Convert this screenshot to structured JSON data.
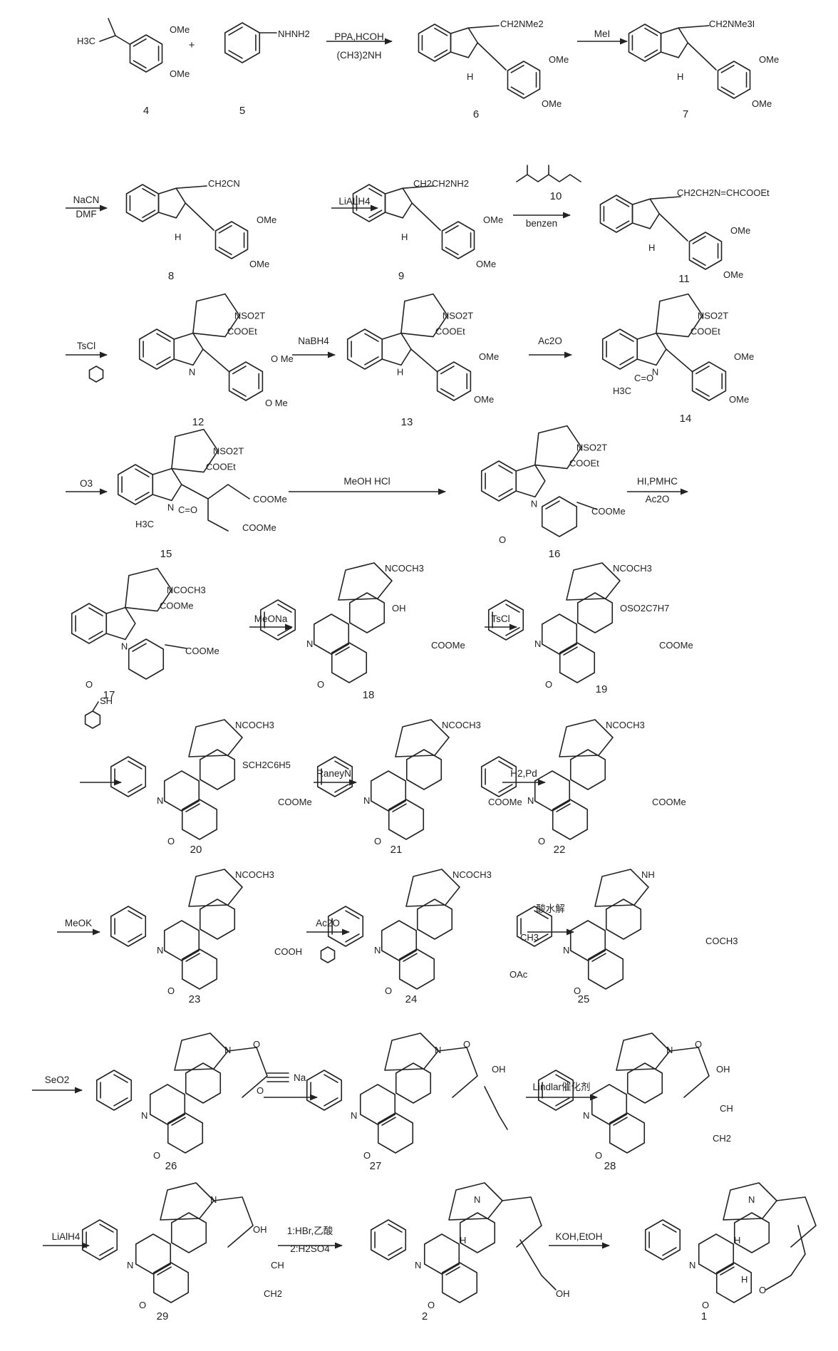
{
  "compounds": [
    {
      "id": "4",
      "labels": [
        "H3C",
        "OMe",
        "OMe"
      ]
    },
    {
      "id": "5",
      "labels": [
        "NHNH2"
      ]
    },
    {
      "id": "6",
      "labels": [
        "CH2NMe2",
        "H",
        "OMe",
        "OMe"
      ]
    },
    {
      "id": "7",
      "labels": [
        "CH2NMe3I",
        "H",
        "OMe",
        "OMe"
      ]
    },
    {
      "id": "8",
      "labels": [
        "CH2CN",
        "H",
        "OMe",
        "OMe"
      ]
    },
    {
      "id": "9",
      "labels": [
        "CH2CH2NH2",
        "H",
        "OMe",
        "OMe"
      ]
    },
    {
      "id": "10",
      "labels": []
    },
    {
      "id": "11",
      "labels": [
        "CH2CH2N=CHCOOEt",
        "H",
        "OMe",
        "OMe"
      ]
    },
    {
      "id": "12",
      "labels": [
        "NSO2T",
        "COOEt",
        "N",
        "O Me",
        "O Me"
      ]
    },
    {
      "id": "13",
      "labels": [
        "NSO2T",
        "COOEt",
        "H",
        "OMe",
        "OMe"
      ]
    },
    {
      "id": "14",
      "labels": [
        "NSO2T",
        "COOEt",
        "N",
        "C=O",
        "H3C",
        "OMe",
        "OMe"
      ]
    },
    {
      "id": "15",
      "labels": [
        "NSO2T",
        "COOEt",
        "N",
        "C=O",
        "H3C",
        "COOMe",
        "COOMe"
      ]
    },
    {
      "id": "16",
      "labels": [
        "NSO2T",
        "COOEt",
        "N",
        "O",
        "COOMe"
      ]
    },
    {
      "id": "17",
      "labels": [
        "NCOCH3",
        "COOMe",
        "N",
        "O",
        "COOMe"
      ]
    },
    {
      "id": "18",
      "labels": [
        "NCOCH3",
        "OH",
        "N",
        "O",
        "COOMe"
      ]
    },
    {
      "id": "19",
      "labels": [
        "NCOCH3",
        "OSO2C7H7",
        "N",
        "O",
        "COOMe"
      ]
    },
    {
      "id": "20",
      "labels": [
        "NCOCH3",
        "SCH2C6H5",
        "N",
        "O",
        "COOMe"
      ]
    },
    {
      "id": "21",
      "labels": [
        "NCOCH3",
        "N",
        "O",
        "COOMe"
      ]
    },
    {
      "id": "22",
      "labels": [
        "NCOCH3",
        "N",
        "O",
        "COOMe"
      ]
    },
    {
      "id": "23",
      "labels": [
        "NCOCH3",
        "N",
        "O",
        "COOH"
      ]
    },
    {
      "id": "24",
      "labels": [
        "NCOCH3",
        "N",
        "O",
        "CH3",
        "OAc"
      ]
    },
    {
      "id": "25",
      "labels": [
        "NH",
        "N",
        "O",
        "COCH3"
      ]
    },
    {
      "id": "26",
      "labels": [
        "N",
        "O",
        "O",
        "N",
        "O"
      ]
    },
    {
      "id": "27",
      "labels": [
        "N",
        "O",
        "OH",
        "N",
        "O"
      ]
    },
    {
      "id": "28",
      "labels": [
        "N",
        "O",
        "OH",
        "CH",
        "CH2",
        "N",
        "O"
      ]
    },
    {
      "id": "29",
      "labels": [
        "N",
        "OH",
        "CH",
        "CH2",
        "N",
        "O"
      ]
    },
    {
      "id": "2",
      "labels": [
        "N",
        "H",
        "N",
        "O",
        "OH"
      ]
    },
    {
      "id": "1",
      "labels": [
        "N",
        "H",
        "H",
        "N",
        "O",
        "O"
      ]
    }
  ],
  "reagents": {
    "r1": [
      "PPA,HCOH",
      "(CH3)2NH"
    ],
    "r2": [
      "MeI"
    ],
    "r3": [
      "NaCN",
      "DMF"
    ],
    "r4": [
      "LiALH4"
    ],
    "r5": [
      "benzen"
    ],
    "r6": [
      "TsCl"
    ],
    "r7": [
      "NaBH4"
    ],
    "r8": [
      "Ac2O"
    ],
    "r9": [
      "O3"
    ],
    "r10": [
      "MeOH  HCl"
    ],
    "r11": [
      "HI,PMHC",
      "Ac2O"
    ],
    "r12": [
      "MeONa"
    ],
    "r13": [
      "TsCl"
    ],
    "r14": [
      "SH"
    ],
    "r15": [
      "RaneyNi"
    ],
    "r16": [
      "H2,Pd"
    ],
    "r17": [
      "MeOK"
    ],
    "r18": [
      "Ac2O"
    ],
    "r19": [
      "酸水解"
    ],
    "r20": [
      "SeO2"
    ],
    "r21": [
      "Na"
    ],
    "r22": [
      "Lindlar催化剂"
    ],
    "r23": [
      "LiAlH4"
    ],
    "r24": [
      "1:HBr,乙酸",
      "2:H2SO4"
    ],
    "r25": [
      "KOH,EtOH"
    ]
  },
  "plus_sign": "+"
}
